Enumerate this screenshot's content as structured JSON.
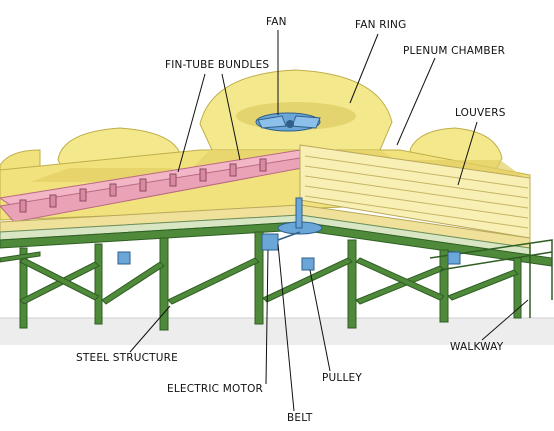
{
  "diagram": {
    "labels": {
      "fan": "FAN",
      "fan_ring": "FAN RING",
      "plenum_chamber": "PLENUM CHAMBER",
      "fin_tube_bundles": "FIN-TUBE BUNDLES",
      "louvers": "LOUVERS",
      "steel_structure": "STEEL STRUCTURE",
      "electric_motor": "ELECTRIC MOTOR",
      "pulley": "PULLEY",
      "belt": "BELT",
      "walkway": "WALKWAY"
    },
    "colors": {
      "plenum_yellow": "#f4e88c",
      "plenum_shadow": "#d9c860",
      "header_pink": "#f2b6c6",
      "steel_green": "#4f8a3a",
      "steel_dark": "#2f5e23",
      "fan_blue": "#6aa6d8",
      "louver_cream": "#f8efb4",
      "floor_grey": "#e8e8e8"
    }
  }
}
